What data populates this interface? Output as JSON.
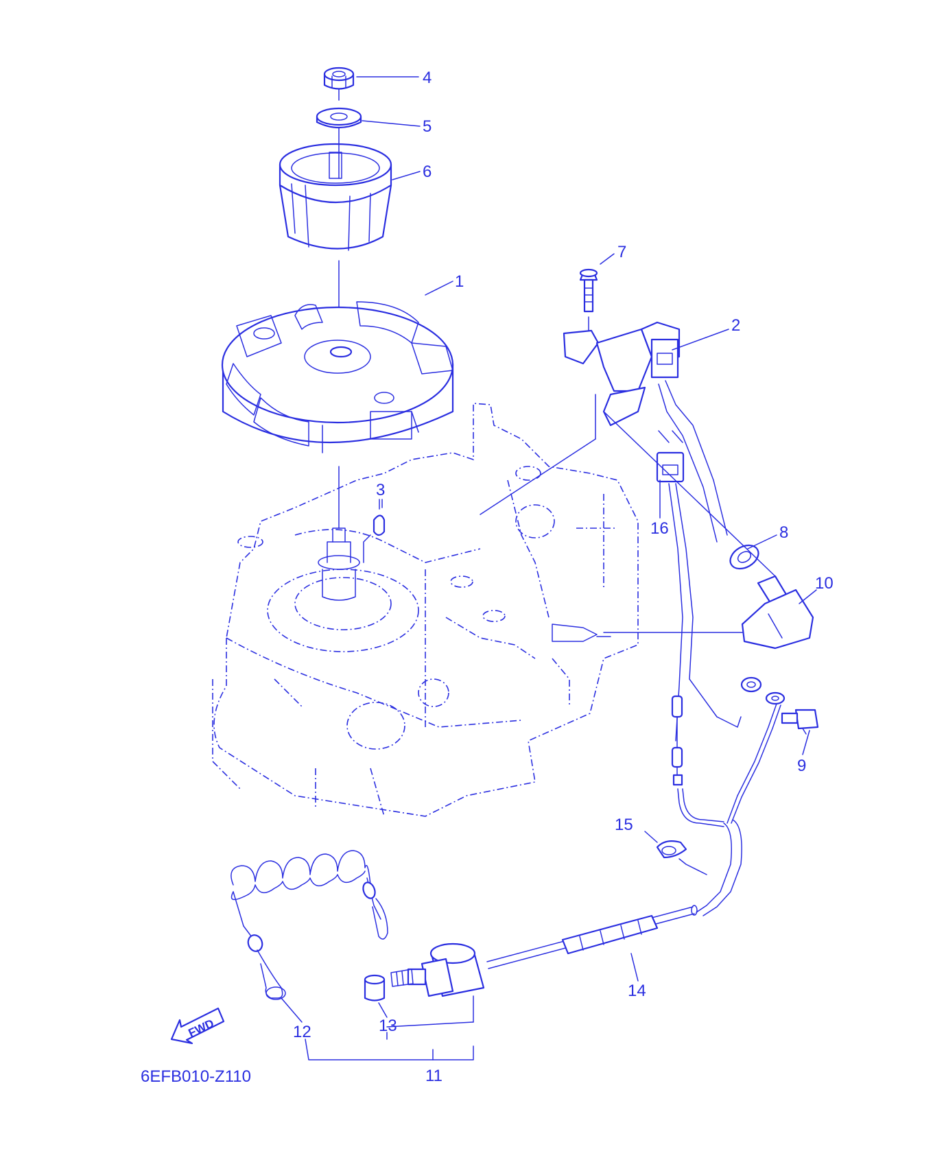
{
  "diagram": {
    "code": "6EFB010-Z110",
    "fwd_arrow_text": "FWD",
    "line_color": "#2a2ee0",
    "callouts": [
      "1",
      "2",
      "3",
      "4",
      "5",
      "6",
      "7",
      "8",
      "9",
      "10",
      "11",
      "12",
      "13",
      "14",
      "15",
      "16"
    ]
  }
}
